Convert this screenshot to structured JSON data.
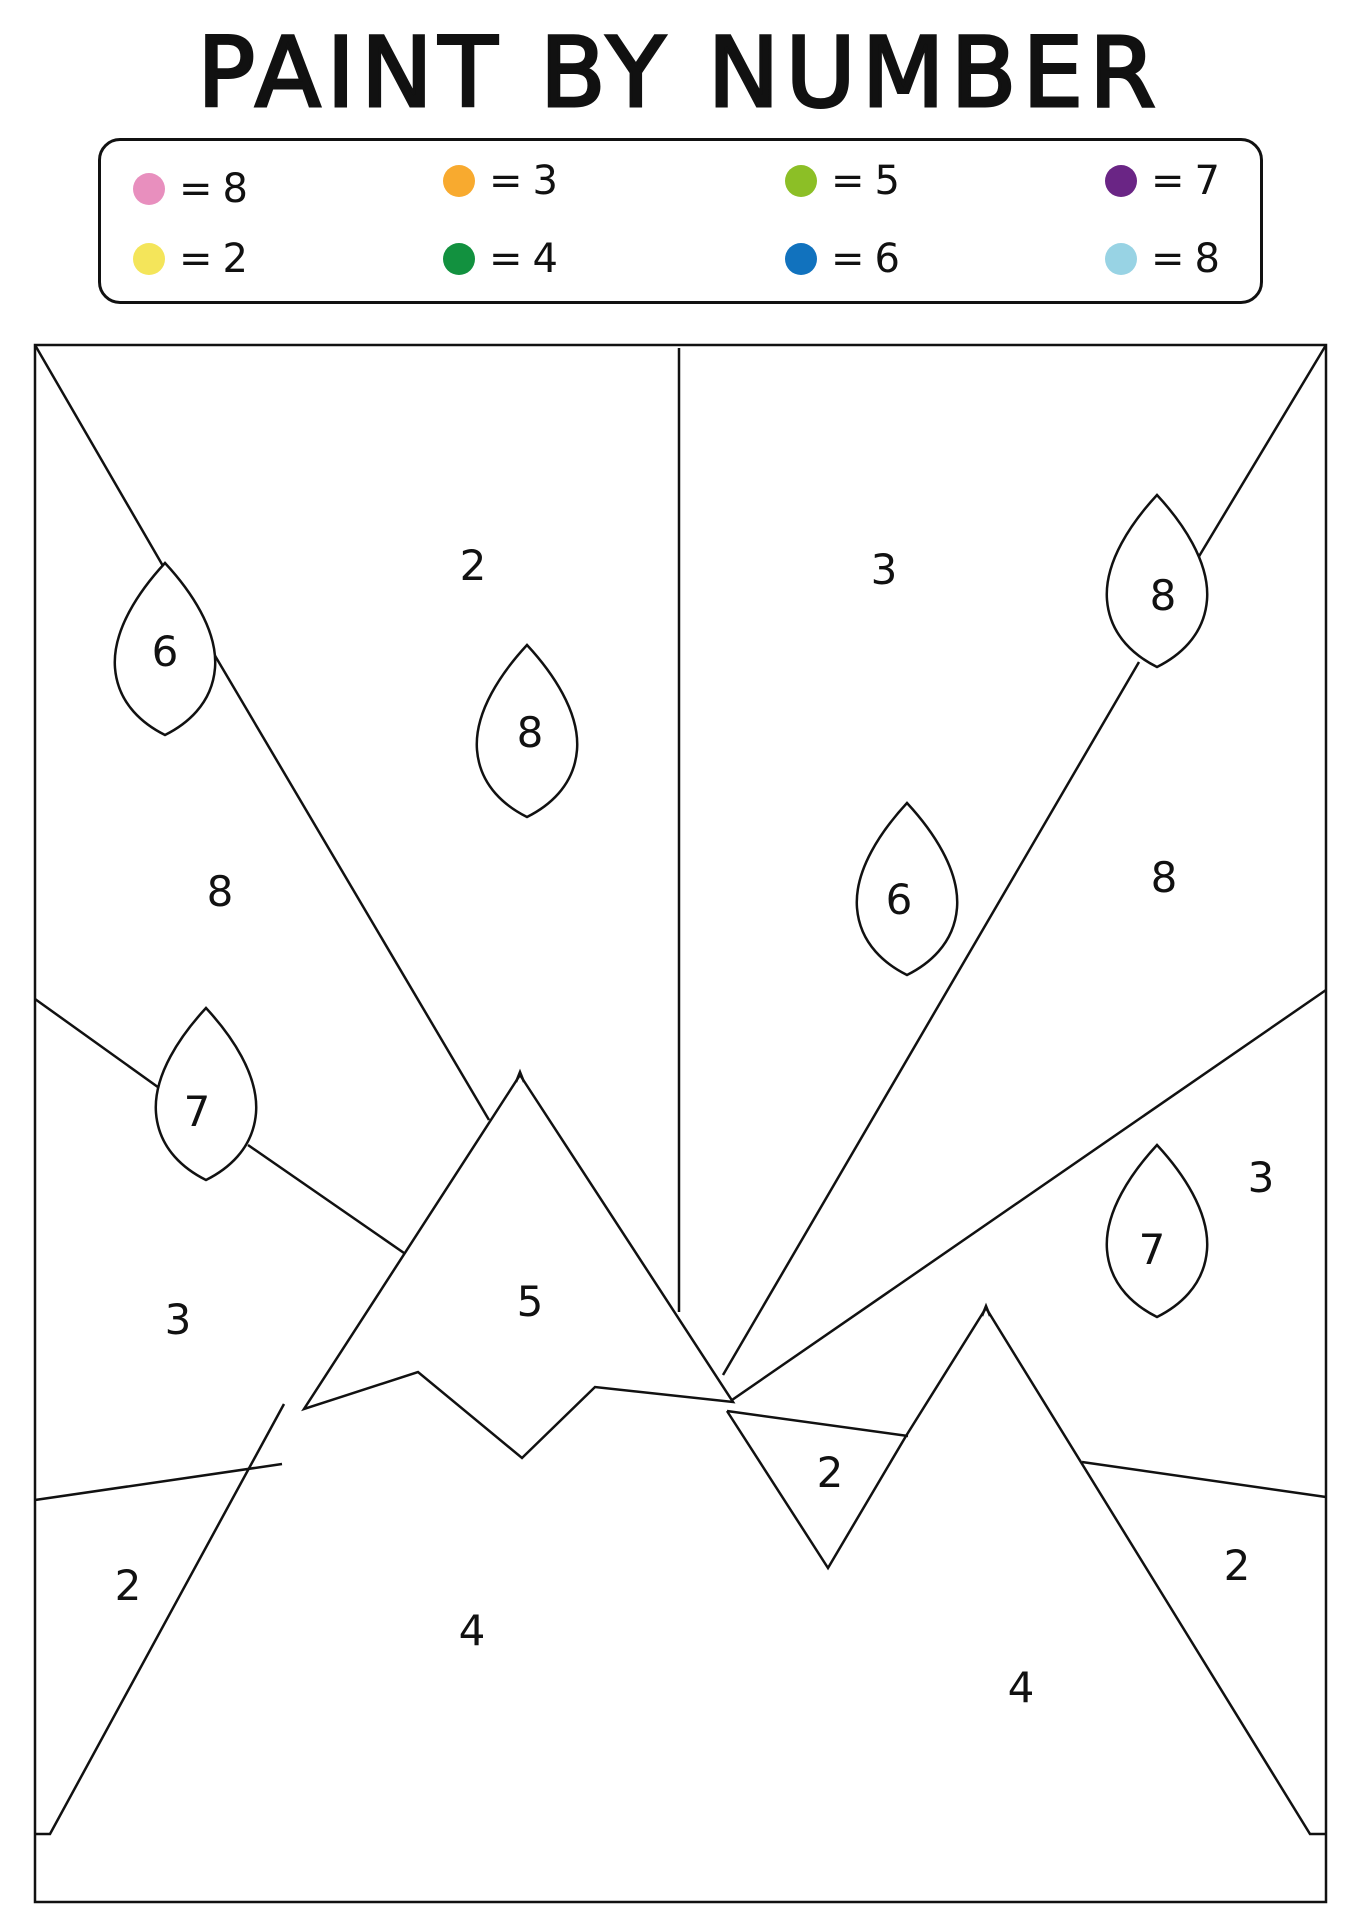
{
  "title": "PAINT BY NUMBER",
  "legend": [
    {
      "color_name": "pink",
      "color": "#E88FBE",
      "eq": "=",
      "number": "8"
    },
    {
      "color_name": "orange",
      "color": "#F8AA2F",
      "eq": "=",
      "number": "3"
    },
    {
      "color_name": "lime-green",
      "color": "#8CBF26",
      "eq": "=",
      "number": "5"
    },
    {
      "color_name": "purple",
      "color": "#6A2585",
      "eq": "=",
      "number": "7"
    },
    {
      "color_name": "yellow",
      "color": "#F4E55A",
      "eq": "=",
      "number": "2"
    },
    {
      "color_name": "green",
      "color": "#12913F",
      "eq": "=",
      "number": "4"
    },
    {
      "color_name": "blue",
      "color": "#1172BE",
      "eq": "=",
      "number": "6"
    },
    {
      "color_name": "light-blue",
      "color": "#98D3E4",
      "eq": "=",
      "number": "8"
    }
  ],
  "regions": {
    "sky_top_left": "2",
    "drop_left_upper": "6",
    "drop_center_left": "8",
    "ray_left": "8",
    "drop_left_lower": "7",
    "ray_left_lower": "3",
    "ground_left": "2",
    "peak_center": "5",
    "mountain_left": "4",
    "sky_top_right": "3",
    "drop_right_upper": "8",
    "drop_center_right": "6",
    "ray_right": "8",
    "drop_right_lower": "7",
    "ray_right_lower": "3",
    "valley_between": "2",
    "ground_right": "2",
    "mountain_right": "4"
  }
}
